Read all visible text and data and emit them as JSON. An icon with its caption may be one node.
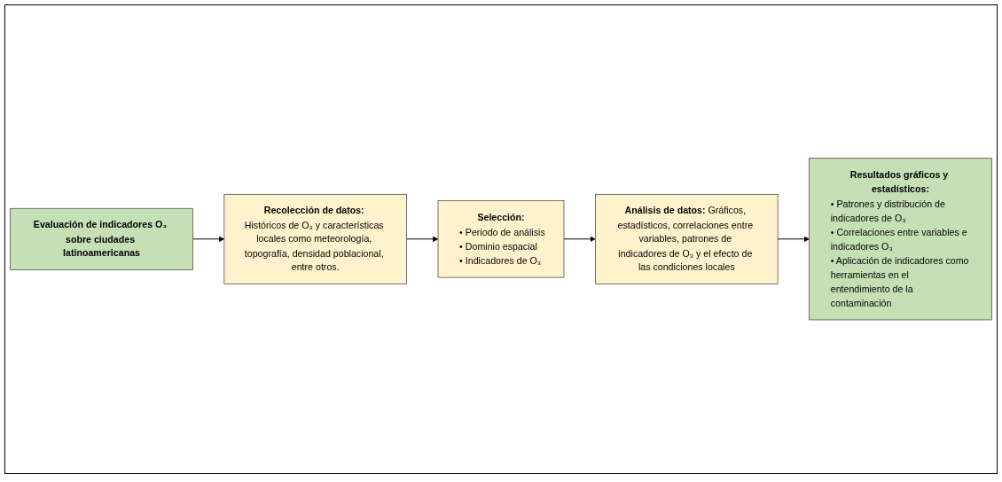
{
  "diagram": {
    "nodes": [
      {
        "text": [
          "Evaluación de indicadores O₃ sobre ciudades latinoamericanas"
        ]
      },
      {
        "text": [
          "Recolección de datos:",
          "Históricos de O₃ y características locales como meteorología, topografía, densidad poblacional, entre otros."
        ]
      },
      {
        "text": [
          "Selección:",
          "• Periodo de análisis",
          "• Dominio espacial",
          "• Indicadores de O₃"
        ]
      },
      {
        "text": [
          "Análisis de datos:",
          "Gráficos, estadísticos, correlaciones entre variables, patrones de indicadores de O₃ y el efecto de las condiciones locales"
        ]
      },
      {
        "text": [
          "Resultados gráficos y estadísticos:",
          "• Patrones y distribución de indicadores de O₃",
          "• Correlaciones entre variables e indicadores O₃",
          "• Aplicación de indicadores como herramientas en el entendimiento de la contaminación"
        ]
      }
    ],
    "edges": [
      {
        "from": 0,
        "to": 1,
        "arrow": "to"
      },
      {
        "from": 1,
        "to": 2,
        "arrow": "to"
      },
      {
        "from": 2,
        "to": 3,
        "arrow": "to"
      },
      {
        "from": 3,
        "to": 4,
        "arrow": "to"
      }
    ]
  }
}
